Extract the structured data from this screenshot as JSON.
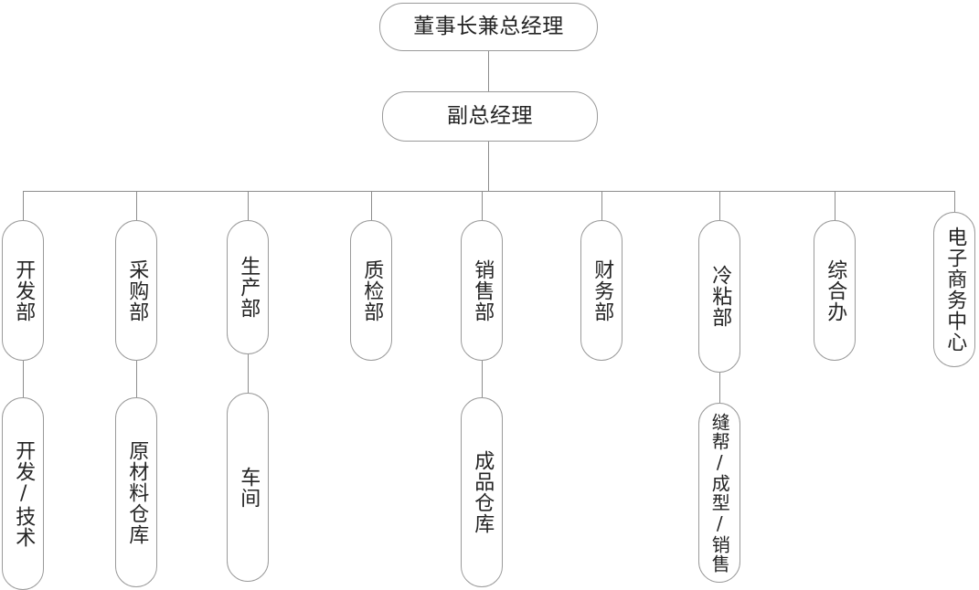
{
  "chart_data": {
    "type": "diagram",
    "diagram_kind": "organization-chart",
    "title": "",
    "orientation": "top-down",
    "text_direction": "vertical-upright for department nodes, horizontal for executive nodes",
    "stroke_color": "#9a9a9a",
    "text_color": "#242424",
    "background": "#ffffff"
  },
  "executive": {
    "chairman": {
      "label": "董事长兼总经理"
    },
    "deputy": {
      "label": "副总经理"
    }
  },
  "departments": [
    {
      "label": "开发部",
      "child": {
        "label": "开发/技术"
      }
    },
    {
      "label": "采购部",
      "child": {
        "label": "原材料仓库"
      }
    },
    {
      "label": "生产部",
      "child": {
        "label": "车间"
      }
    },
    {
      "label": "质检部",
      "child": null
    },
    {
      "label": "销售部",
      "child": {
        "label": "成品仓库"
      }
    },
    {
      "label": "财务部",
      "child": null
    },
    {
      "label": "冷粘部",
      "child": {
        "label": "缝帮/成型/销售"
      }
    },
    {
      "label": "综合办",
      "child": null
    },
    {
      "label": "电子商务中心",
      "child": null
    }
  ]
}
